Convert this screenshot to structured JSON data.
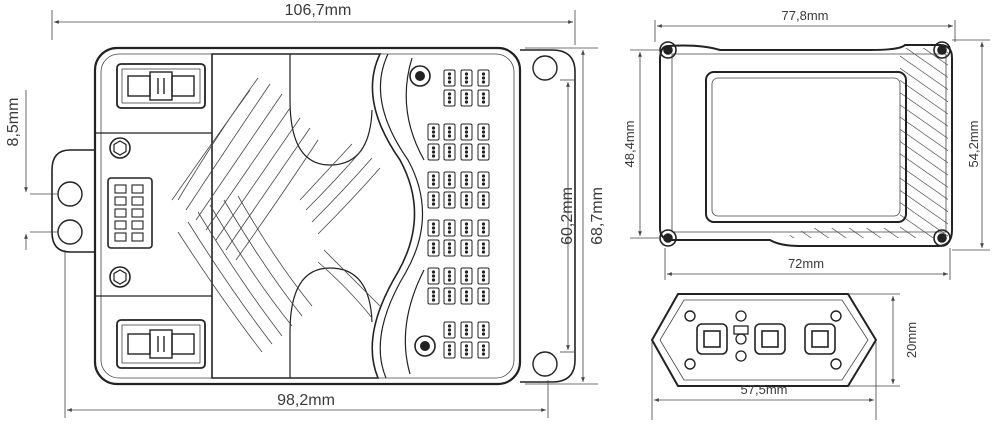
{
  "main_unit": {
    "width_overall": "106,7mm",
    "width_base": "98,2mm",
    "height_inner": "60,2mm",
    "height_overall": "68,7mm",
    "hole_pitch": "8,5mm"
  },
  "side_view": {
    "width_overall": "77,8mm",
    "width_base": "72mm",
    "height_inner": "48,4mm",
    "height_overall": "54,2mm"
  },
  "connector_view": {
    "width": "57,5mm",
    "height": "20mm"
  },
  "colors": {
    "line": "#222222",
    "text": "#3a3a3a",
    "background": "#ffffff"
  }
}
